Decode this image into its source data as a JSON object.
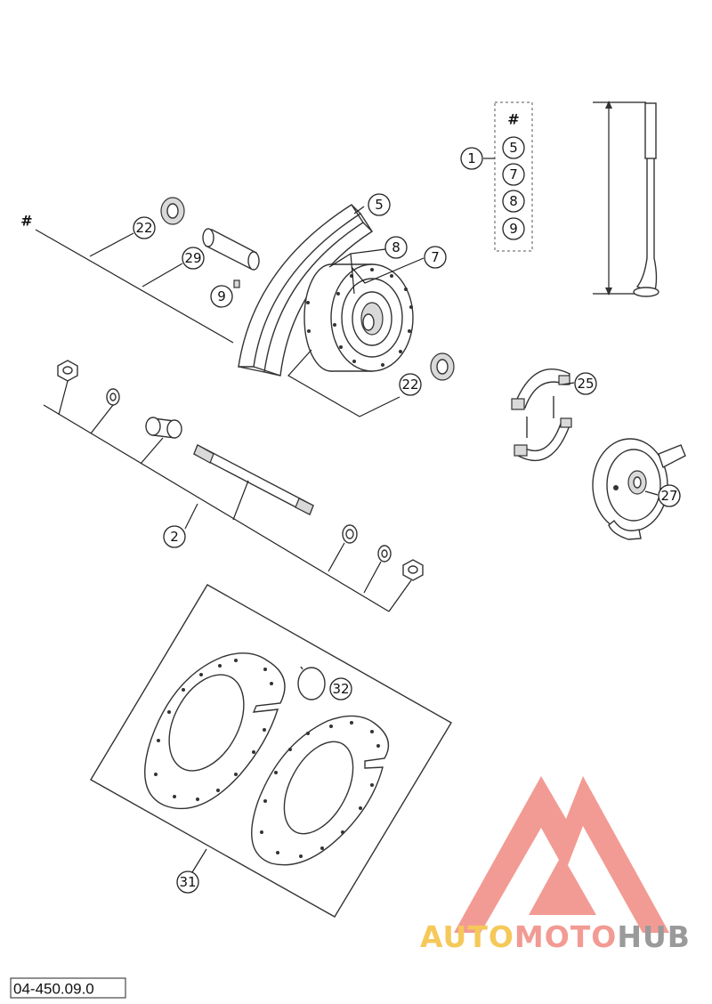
{
  "diagram": {
    "doc_number": "04-450.09.0",
    "hash_mark": "#",
    "assembly_list": [
      "#",
      "5",
      "7",
      "8",
      "9"
    ],
    "callouts": [
      {
        "id": "1",
        "label": "1"
      },
      {
        "id": "5",
        "label": "5"
      },
      {
        "id": "8",
        "label": "8"
      },
      {
        "id": "7",
        "label": "7"
      },
      {
        "id": "22a",
        "label": "22"
      },
      {
        "id": "29",
        "label": "29"
      },
      {
        "id": "9",
        "label": "9"
      },
      {
        "id": "22b",
        "label": "22"
      },
      {
        "id": "25",
        "label": "25"
      },
      {
        "id": "27",
        "label": "27"
      },
      {
        "id": "2",
        "label": "2"
      },
      {
        "id": "32",
        "label": "32"
      },
      {
        "id": "31",
        "label": "31"
      }
    ]
  },
  "watermark": {
    "brand_part1": "AUTO",
    "brand_part2": "MOTO",
    "brand_part3": "HUB",
    "colors": {
      "part1": "#f5c85a",
      "part2": "#f29b94",
      "part3": "#9a9a9a"
    }
  }
}
